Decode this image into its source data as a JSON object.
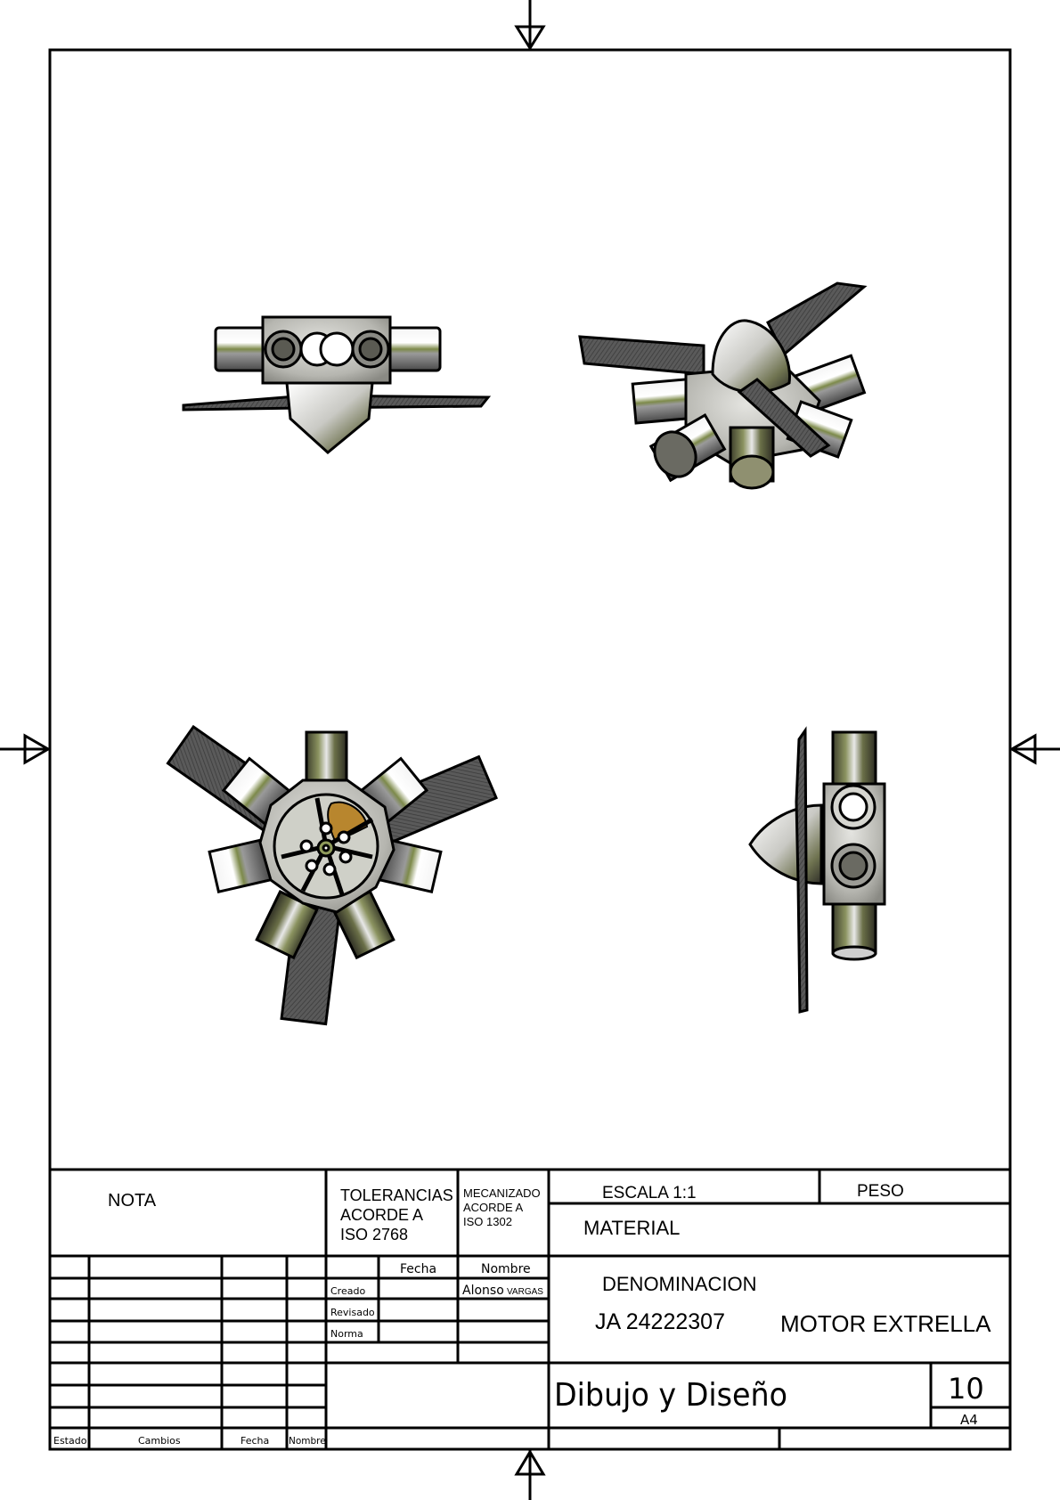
{
  "sheet": {
    "title_block": {
      "nota": "NOTA",
      "tolerancias": [
        "TOLERANCIAS",
        "ACORDE A",
        "ISO 2768"
      ],
      "mecanizado": [
        "MECANIZADO",
        "ACORDE A",
        "ISO 1302"
      ],
      "escala": "ESCALA 1:1",
      "peso": "PESO",
      "material": "MATERIAL",
      "denominacion": "DENOMINACION",
      "code": "JA 24222307",
      "part_name": "MOTOR EXTRELLA",
      "course": "Dibujo y Diseño",
      "sheet_number": "10",
      "format": "A4",
      "header_fecha": "Fecha",
      "header_nombre": "Nombre",
      "row_creado": "Creado",
      "row_revisado": "Revisado",
      "row_norma": "Norma",
      "creado_nombre_first": "Alonso",
      "creado_nombre_last": "VARGAS",
      "changes_headers": [
        "Estado",
        "Cambios",
        "Fecha",
        "Nombre"
      ]
    },
    "views": [
      "top-view",
      "isometric-view",
      "front-view",
      "side-view"
    ]
  }
}
